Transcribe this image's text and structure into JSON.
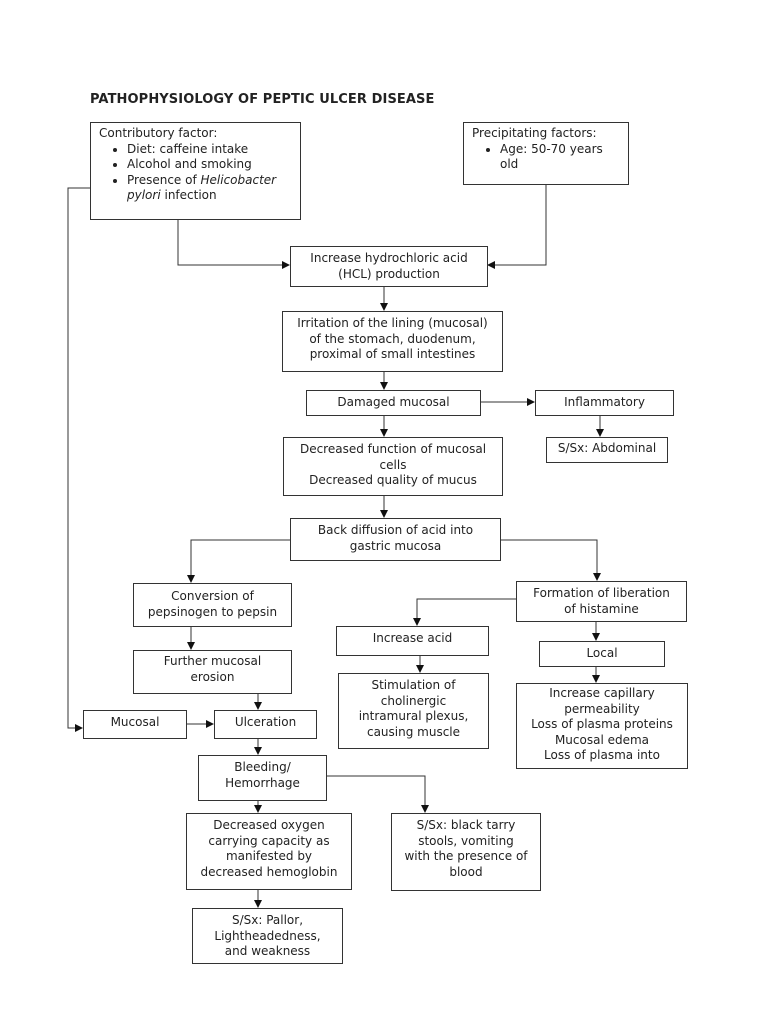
{
  "title": "PATHOPHYSIOLOGY OF PEPTIC ULCER DISEASE",
  "contributory": {
    "heading": "Contributory factor:",
    "items": [
      "Diet: caffeine intake",
      "Alcohol and smoking"
    ],
    "item3_prefix": "Presence of ",
    "item3_italic": "Helicobacter pylori",
    "item3_suffix": " infection"
  },
  "precipitating": {
    "heading": "Precipitating factors:",
    "items": [
      "Age: 50-70 years old"
    ]
  },
  "nodes": {
    "hcl": [
      "Increase hydrochloric acid",
      "(HCL) production"
    ],
    "irritation": [
      "Irritation of the lining (mucosal)",
      "of the stomach, duodenum,",
      "proximal of small intestines"
    ],
    "damaged": "Damaged mucosal",
    "inflammatory": "Inflammatory",
    "abdominal": "S/Sx: Abdominal",
    "decreased_function": [
      "Decreased function of mucosal",
      "cells",
      "Decreased quality of mucus"
    ],
    "back_diffusion": [
      "Back diffusion of acid into",
      "gastric mucosa"
    ],
    "conversion": [
      "Conversion of",
      "pepsinogen to pepsin"
    ],
    "formation": [
      "Formation of liberation",
      "of histamine"
    ],
    "increase_acid": "Increase acid",
    "local": "Local",
    "further_erosion": [
      "Further mucosal",
      "erosion"
    ],
    "stimulation": [
      "Stimulation of",
      "cholinergic",
      "intramural plexus,",
      "causing muscle"
    ],
    "capillary": [
      "Increase capillary",
      "permeability",
      "Loss of plasma proteins",
      "Mucosal edema",
      "Loss of plasma into"
    ],
    "mucosal": "Mucosal",
    "ulceration": "Ulceration",
    "bleeding": [
      "Bleeding/",
      "Hemorrhage"
    ],
    "decreased_oxygen": [
      "Decreased oxygen",
      "carrying capacity as",
      "manifested by",
      "decreased hemoglobin"
    ],
    "black_tarry": [
      "S/Sx: black tarry",
      "stools, vomiting",
      "with the presence of",
      "blood"
    ],
    "pallor": [
      "S/Sx: Pallor,",
      "Lightheadedness,",
      "and weakness"
    ]
  }
}
